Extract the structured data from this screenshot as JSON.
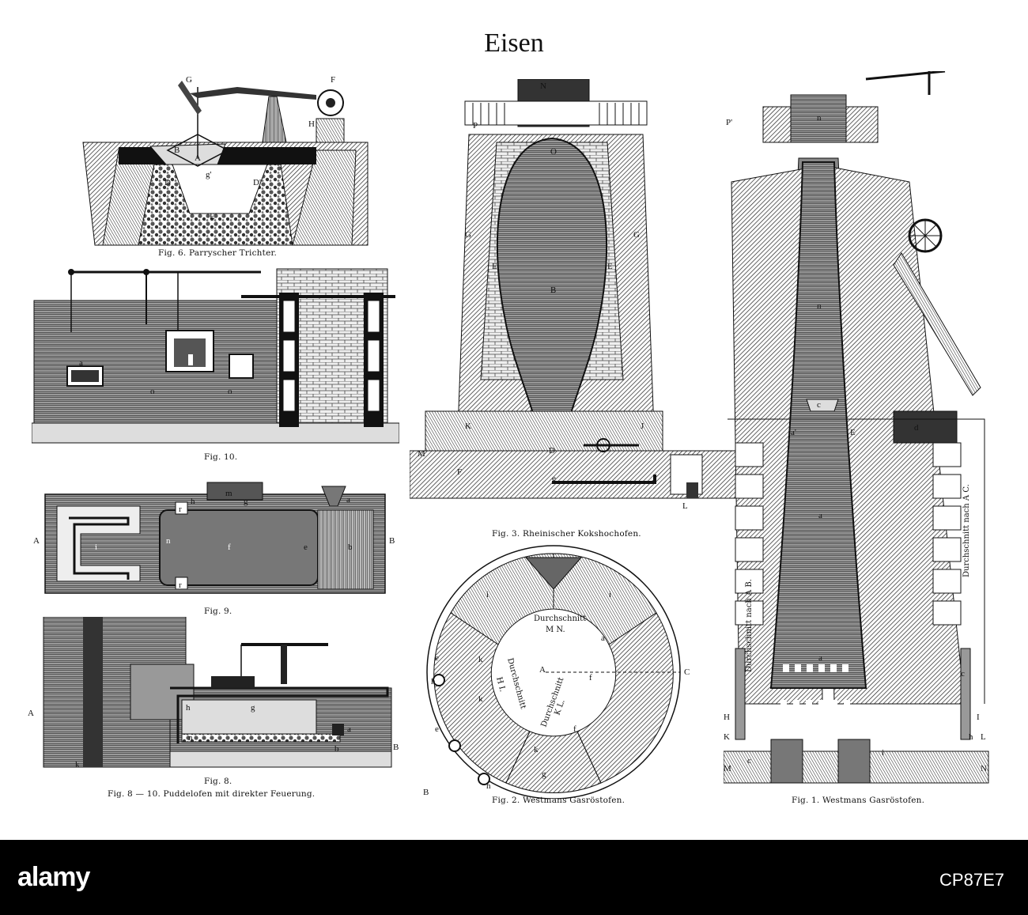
{
  "title": "Eisen",
  "captions": {
    "fig6": "Fig. 6.  Parryscher Trichter.",
    "fig10": "Fig. 10.",
    "fig9": "Fig. 9.",
    "fig8": "Fig. 8.",
    "fig8_10": "Fig. 8 — 10.  Puddelofen mit direkter Feuerung.",
    "fig3": "Fig. 3.  Rheinischer Kokshochofen.",
    "fig2": "Fig. 2.  Westmans Gasröstofen.",
    "fig1": "Fig. 1.  Westmans Gasröstofen."
  },
  "fig2_sections": {
    "mn_word": "Durchschnitt",
    "mn_letters": "M N.",
    "hi_word": "Durchschnitt",
    "hi_letters": "H I.",
    "kl_word": "Durchschnitt",
    "kl_letters": "K L."
  },
  "fig1_sections": {
    "left": "Durchschnitt nach A B.",
    "right": "Durchschnitt nach A C."
  },
  "watermark": {
    "logo": "alamy",
    "image_id": "CP87E7"
  }
}
